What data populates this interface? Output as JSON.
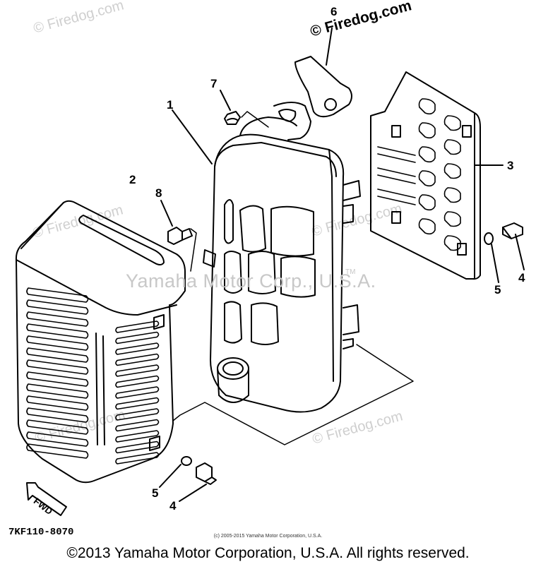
{
  "watermarks": {
    "site": "© Firedog.com",
    "center": "Yamaha Motor Corp., U.S.A.",
    "tm": "TM"
  },
  "parts": {
    "p1": "1",
    "p2": "2",
    "p3": "3",
    "p4a": "4",
    "p4b": "4",
    "p5a": "5",
    "p5b": "5",
    "p6": "6",
    "p7": "7",
    "p8": "8"
  },
  "fwd_label": "FWD",
  "diagram_code": "7KF110-8070",
  "small_copyright": "(c) 2005-2015 Yamaha Motor Corporation, U.S.A.",
  "copyright": "©2013 Yamaha Motor Corporation, U.S.A. All rights reserved."
}
